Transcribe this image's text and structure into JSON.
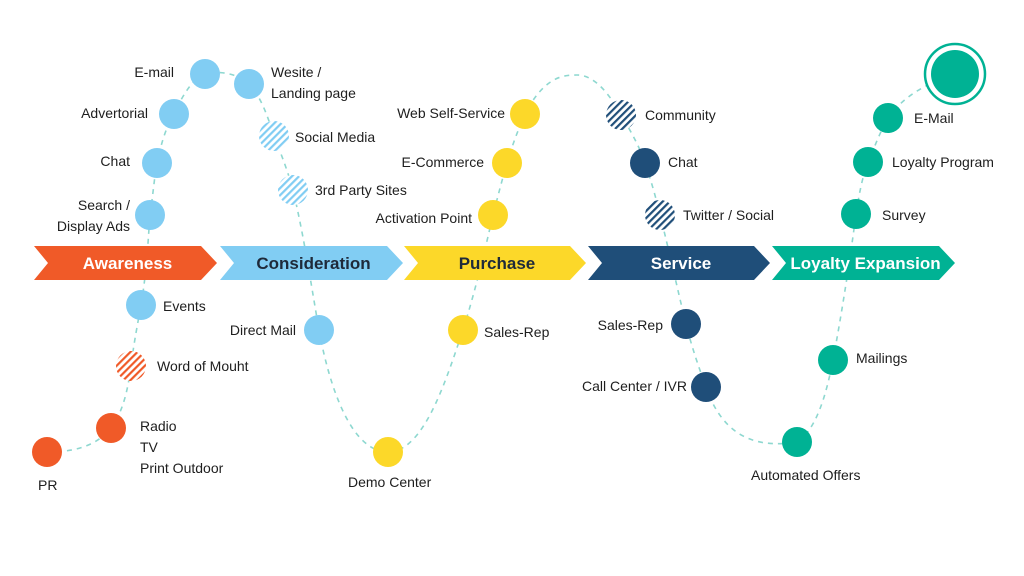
{
  "colors": {
    "awareness": "#f05a28",
    "consideration": "#81cdf3",
    "purchase": "#fcd829",
    "service": "#1f4e79",
    "loyalty": "#00b294",
    "path": "#8ed8d0",
    "text": "#1e1e1e"
  },
  "stages": [
    {
      "id": "awareness",
      "label": "Awareness",
      "color": "#f05a28"
    },
    {
      "id": "consideration",
      "label": "Consideration",
      "color": "#81cdf3"
    },
    {
      "id": "purchase",
      "label": "Purchase",
      "color": "#fcd829"
    },
    {
      "id": "service",
      "label": "Service",
      "color": "#1f4e79"
    },
    {
      "id": "loyalty",
      "label": "Loyalty Expansion",
      "color": "#00b294"
    }
  ],
  "touchpoints": [
    {
      "id": "pr",
      "stage": "awareness",
      "style": "solid",
      "lines": [
        "PR"
      ]
    },
    {
      "id": "radio-tv-print",
      "stage": "awareness",
      "style": "solid",
      "lines": [
        "Radio",
        "TV",
        "Print Outdoor"
      ]
    },
    {
      "id": "word-of-mouth",
      "stage": "awareness",
      "style": "hatched",
      "lines": [
        "Word of Mouht"
      ]
    },
    {
      "id": "events",
      "stage": "consideration",
      "style": "solid",
      "lines": [
        "Events"
      ]
    },
    {
      "id": "search-display-ads",
      "stage": "consideration",
      "style": "solid",
      "lines": [
        "Search /",
        "Display Ads"
      ]
    },
    {
      "id": "chat-1",
      "stage": "consideration",
      "style": "solid",
      "lines": [
        "Chat"
      ]
    },
    {
      "id": "advertorial",
      "stage": "consideration",
      "style": "solid",
      "lines": [
        "Advertorial"
      ]
    },
    {
      "id": "e-mail",
      "stage": "consideration",
      "style": "solid",
      "lines": [
        "E-mail"
      ]
    },
    {
      "id": "website",
      "stage": "consideration",
      "style": "solid",
      "lines": [
        "Wesite /",
        "Landing page"
      ]
    },
    {
      "id": "social-media",
      "stage": "consideration",
      "style": "hatched",
      "lines": [
        "Social Media"
      ]
    },
    {
      "id": "third-party-sites",
      "stage": "consideration",
      "style": "hatched",
      "lines": [
        "3rd Party Sites"
      ]
    },
    {
      "id": "direct-mail",
      "stage": "consideration",
      "style": "solid",
      "lines": [
        "Direct Mail"
      ]
    },
    {
      "id": "demo-center",
      "stage": "purchase",
      "style": "solid",
      "lines": [
        "Demo Center"
      ]
    },
    {
      "id": "sales-rep-1",
      "stage": "purchase",
      "style": "solid",
      "lines": [
        "Sales-Rep"
      ]
    },
    {
      "id": "activation-point",
      "stage": "purchase",
      "style": "solid",
      "lines": [
        "Activation Point"
      ]
    },
    {
      "id": "e-commerce",
      "stage": "purchase",
      "style": "solid",
      "lines": [
        "E-Commerce"
      ]
    },
    {
      "id": "web-self-service",
      "stage": "purchase",
      "style": "solid",
      "lines": [
        "Web Self-Service"
      ]
    },
    {
      "id": "community",
      "stage": "service",
      "style": "hatched",
      "lines": [
        "Community"
      ]
    },
    {
      "id": "chat-2",
      "stage": "service",
      "style": "solid",
      "lines": [
        "Chat"
      ]
    },
    {
      "id": "twitter-social",
      "stage": "service",
      "style": "hatched",
      "lines": [
        "Twitter / Social"
      ]
    },
    {
      "id": "sales-rep-2",
      "stage": "service",
      "style": "solid",
      "lines": [
        "Sales-Rep"
      ]
    },
    {
      "id": "call-center-ivr",
      "stage": "service",
      "style": "solid",
      "lines": [
        "Call Center / IVR"
      ]
    },
    {
      "id": "automated-offers",
      "stage": "loyalty",
      "style": "solid",
      "lines": [
        "Automated Offers"
      ]
    },
    {
      "id": "mailings",
      "stage": "loyalty",
      "style": "solid",
      "lines": [
        "Mailings"
      ]
    },
    {
      "id": "survey",
      "stage": "loyalty",
      "style": "solid",
      "lines": [
        "Survey"
      ]
    },
    {
      "id": "loyalty-program",
      "stage": "loyalty",
      "style": "solid",
      "lines": [
        "Loyalty Program"
      ]
    },
    {
      "id": "e-mail-2",
      "stage": "loyalty",
      "style": "solid",
      "lines": [
        "E-Mail"
      ]
    },
    {
      "id": "goal",
      "stage": "loyalty",
      "style": "target",
      "lines": []
    }
  ]
}
